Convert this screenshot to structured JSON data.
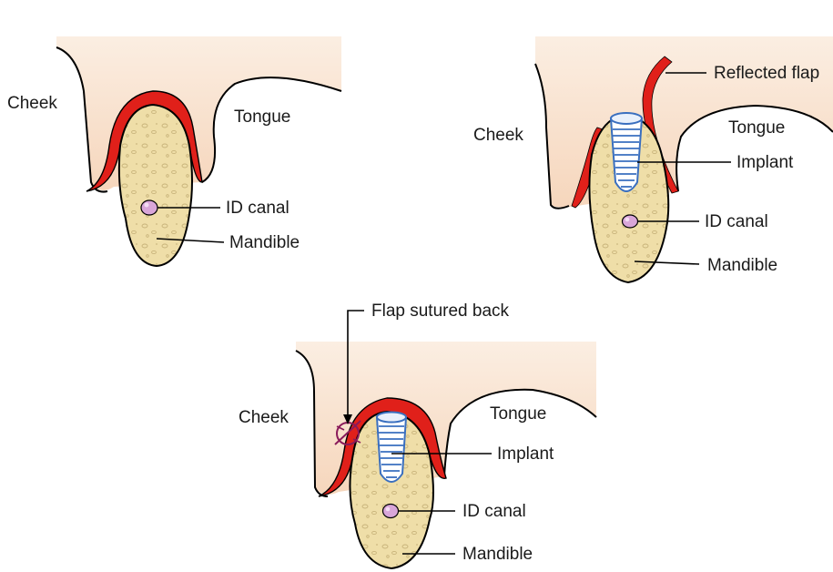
{
  "panels": {
    "top_left": {
      "cheek": "Cheek",
      "tongue": "Tongue",
      "id_canal": "ID canal",
      "mandible": "Mandible"
    },
    "top_right": {
      "cheek": "Cheek",
      "tongue": "Tongue",
      "reflected_flap": "Reflected flap",
      "implant": "Implant",
      "id_canal": "ID canal",
      "mandible": "Mandible"
    },
    "bottom": {
      "cheek": "Cheek",
      "tongue": "Tongue",
      "flap_sutured": "Flap sutured back",
      "implant": "Implant",
      "id_canal": "ID canal",
      "mandible": "Mandible"
    }
  },
  "colors": {
    "soft_tissue": "#f8dcc4",
    "flap": "#e0201a",
    "bone": "#eedca6",
    "id_canal": "#d9a6d9",
    "implant": "#3a6fbf",
    "suture": "#8a1a5a"
  }
}
